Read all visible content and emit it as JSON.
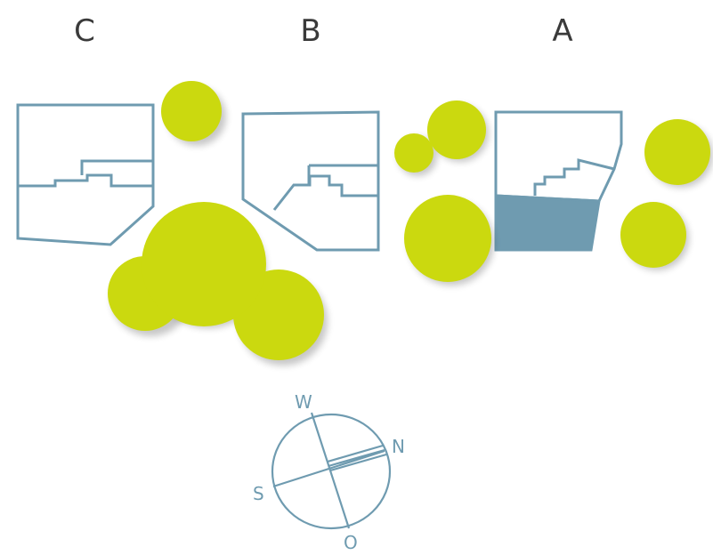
{
  "labels": {
    "c": "C",
    "b": "B",
    "a": "A"
  },
  "compass": {
    "north": "N",
    "south": "S",
    "west": "W",
    "east": "O"
  },
  "colors": {
    "plan": "#6f9bb0",
    "tree": "#cbd90f",
    "text": "#3a3a3a"
  }
}
